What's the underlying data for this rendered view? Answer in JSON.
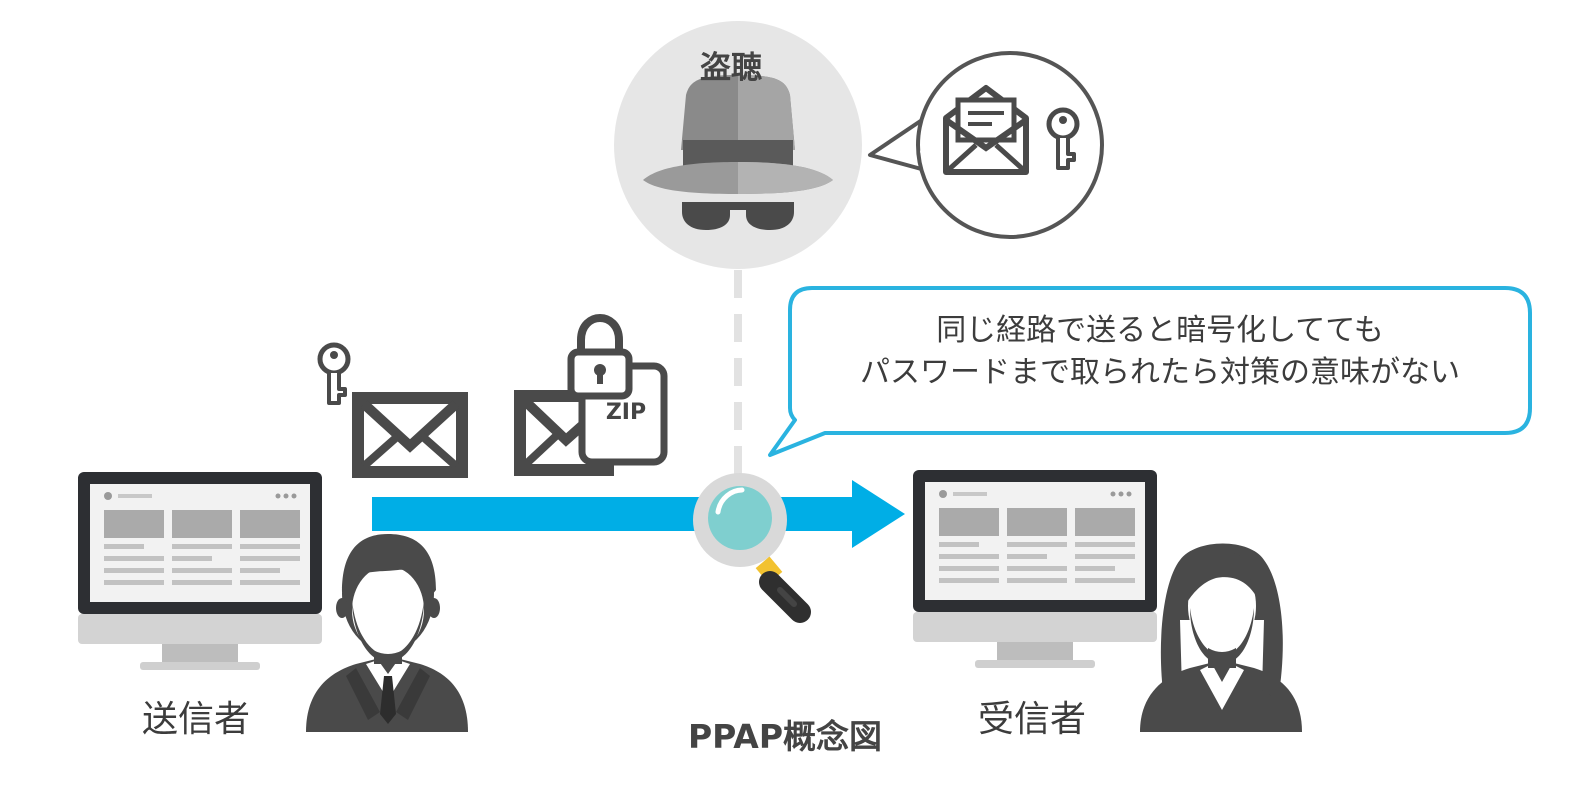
{
  "title": "PPAP概念図",
  "eavesdrop_label": "盗聴",
  "warning_lines": [
    "同じ経路で送ると暗号化してても",
    "パスワードまで取られたら対策の意味がない"
  ],
  "sender_label": "送信者",
  "receiver_label": "受信者",
  "zip_label": "ZIP",
  "colors": {
    "arrow": "#00aee6",
    "callout_border": "#2ab3e0",
    "icon_dark": "#4a4a4a",
    "disc_gray": "#e6e6e6",
    "lens": "#7fcfcf"
  },
  "icons": [
    "key-icon",
    "envelope-icon",
    "zip-envelope-icon",
    "padlock-icon",
    "hat-icon",
    "magnifier-icon",
    "monitor-icon",
    "businessman-icon",
    "businesswoman-icon",
    "open-envelope-icon"
  ]
}
